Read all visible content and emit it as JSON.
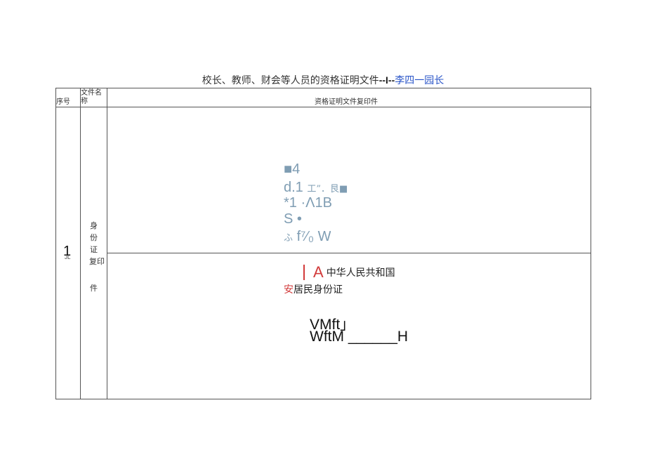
{
  "title": {
    "main": "校长、教师、财会等人员的资格证明文件",
    "dashes": "--I--",
    "blue": "李四一园长"
  },
  "table": {
    "headers": {
      "seq": "序号",
      "filename_line1": "文件名",
      "filename_line2": "称",
      "copy": "资格证明文件复印件"
    },
    "row": {
      "number": "1",
      "number_sub": "JL",
      "doc_name_chars": [
        "身",
        "份",
        "证",
        "复印",
        "件"
      ]
    }
  },
  "scan_top": {
    "line1": "■4",
    "line2_a": "d.1 ",
    "line2_b": "工”．艮■",
    "line3": "*1    ·Λ1B",
    "line4": "S •",
    "line5_a": "ふ",
    "line5_b": " f⁷⁄₀ W"
  },
  "scan_bottom": {
    "red_letter": "A",
    "country": "中华人民共和国",
    "red_char": "安",
    "card_name": "居民身份证",
    "line3": "VMft」",
    "line4": "WftM ______H"
  },
  "colors": {
    "accent_blue": "#2a55c8",
    "red": "#d23a3a",
    "scan_gray": "#7f9db3"
  }
}
